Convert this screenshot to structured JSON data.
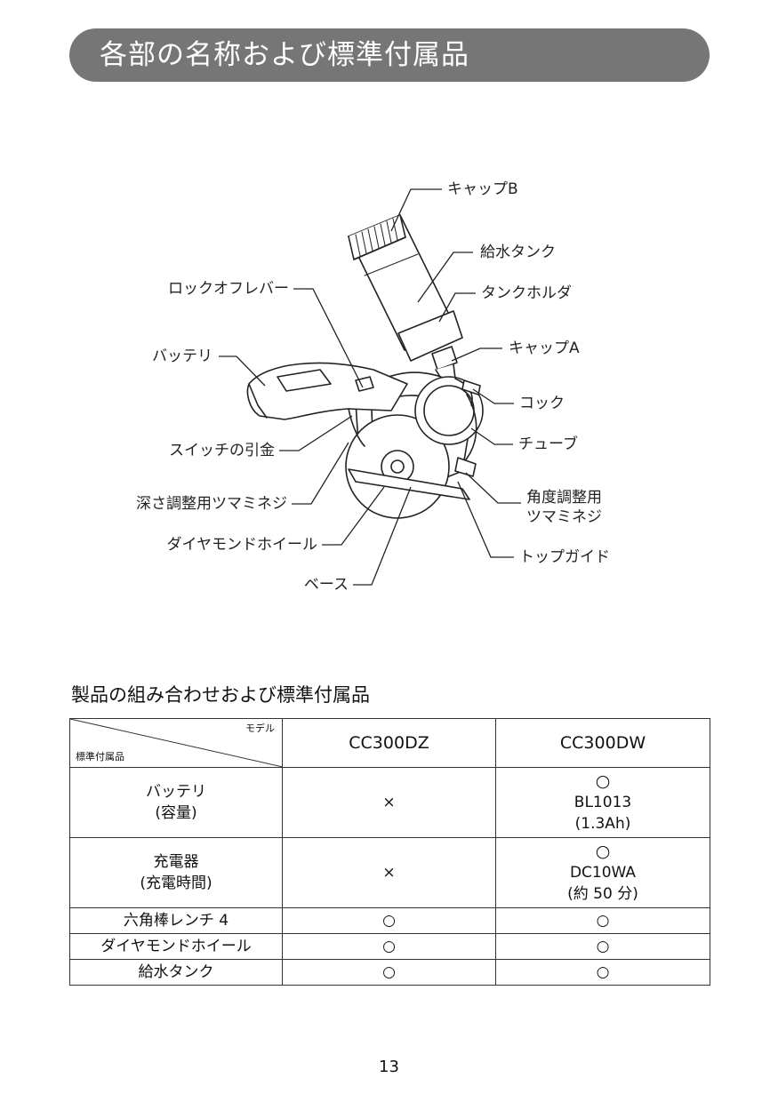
{
  "header": {
    "title": "各部の名称および標準付属品"
  },
  "parts": {
    "cap_b": "キャップB",
    "water_tank": "給水タンク",
    "tank_holder": "タンクホルダ",
    "lock_off_lever": "ロックオフレバー",
    "cap_a": "キャップA",
    "battery": "バッテリ",
    "cock": "コック",
    "tube": "チューブ",
    "switch_trigger": "スイッチの引金",
    "angle_knob_1": "角度調整用",
    "angle_knob_2": "ツマミネジ",
    "depth_knob": "深さ調整用ツマミネジ",
    "top_guide": "トップガイド",
    "diamond_wheel": "ダイヤモンドホイール",
    "base": "ベース"
  },
  "combo": {
    "title": "製品の組み合わせおよび標準付属品",
    "corner_top": "モデル",
    "corner_bottom": "標準付属品",
    "models": [
      "CC300DZ",
      "CC300DW"
    ],
    "rows": [
      {
        "label": [
          "バッテリ",
          "(容量)"
        ],
        "dz": "×",
        "dw": [
          "○",
          "BL1013",
          "(1.3Ah)"
        ]
      },
      {
        "label": [
          "充電器",
          "(充電時間)"
        ],
        "dz": "×",
        "dw": [
          "○",
          "DC10WA",
          "(約 50 分)"
        ]
      },
      {
        "label": [
          "六角棒レンチ 4"
        ],
        "dz": "○",
        "dw": [
          "○"
        ]
      },
      {
        "label": [
          "ダイヤモンドホイール"
        ],
        "dz": "○",
        "dw": [
          "○"
        ]
      },
      {
        "label": [
          "給水タンク"
        ],
        "dz": "○",
        "dw": [
          "○"
        ]
      }
    ]
  },
  "footer": {
    "page": "13"
  }
}
